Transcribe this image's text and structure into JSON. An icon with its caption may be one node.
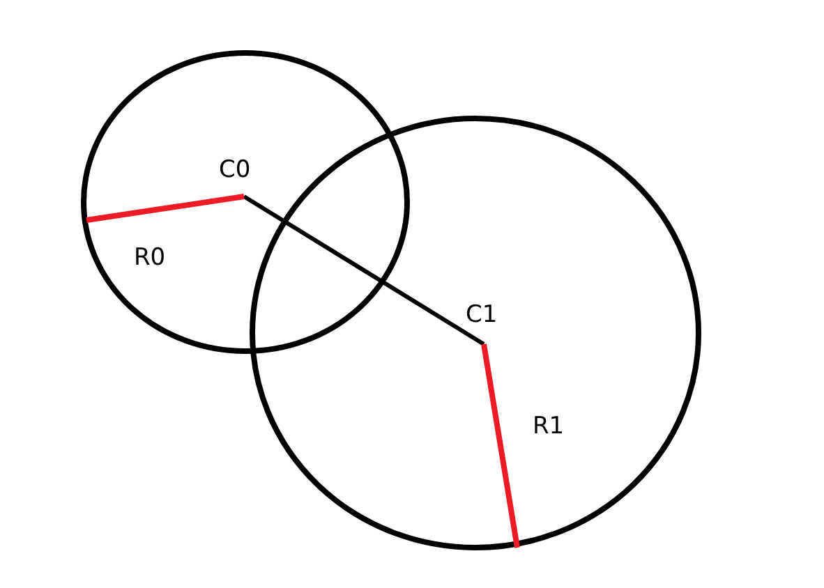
{
  "diagram": {
    "labels": [
      "C0",
      "R0",
      "C1",
      "R1"
    ]
  }
}
